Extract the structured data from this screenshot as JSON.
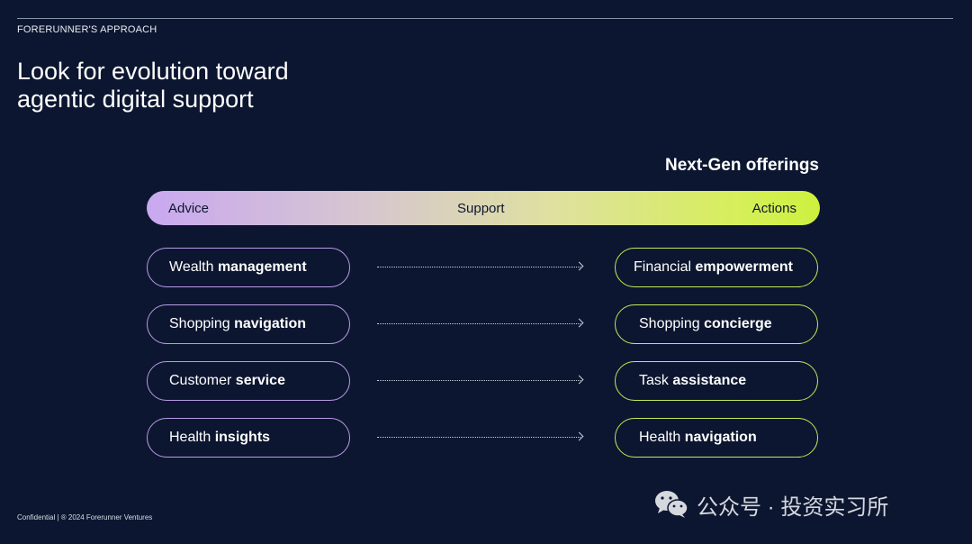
{
  "header": {
    "section_label": "FORERUNNER'S APPROACH",
    "title_line1": "Look for evolution toward",
    "title_line2": "agentic digital support",
    "right_heading": "Next-Gen offerings"
  },
  "spectrum": {
    "left_label": "Advice",
    "middle_label": "Support",
    "right_label": "Actions",
    "gradient_start": "#c9a8f0",
    "gradient_end": "#cdf03e"
  },
  "rows": [
    {
      "from": {
        "regular": "Wealth ",
        "bold": "management"
      },
      "to": {
        "regular": "Financial ",
        "bold": "empowerment"
      }
    },
    {
      "from": {
        "regular": "Shopping ",
        "bold": "navigation"
      },
      "to": {
        "regular": "Shopping ",
        "bold": "concierge"
      }
    },
    {
      "from": {
        "regular": "Customer ",
        "bold": "service"
      },
      "to": {
        "regular": "Task ",
        "bold": "assistance"
      }
    },
    {
      "from": {
        "regular": "Health ",
        "bold": "insights"
      },
      "to": {
        "regular": "Health ",
        "bold": "navigation"
      }
    }
  ],
  "colors": {
    "background": "#0c1630",
    "left_pill_border": "#b99be6",
    "right_pill_border": "#c4e85a"
  },
  "footer": {
    "text": "Confidential | ® 2024 Forerunner Ventures"
  },
  "watermark": {
    "icon": "wechat-icon",
    "text": "公众号 · 投资实习所"
  }
}
